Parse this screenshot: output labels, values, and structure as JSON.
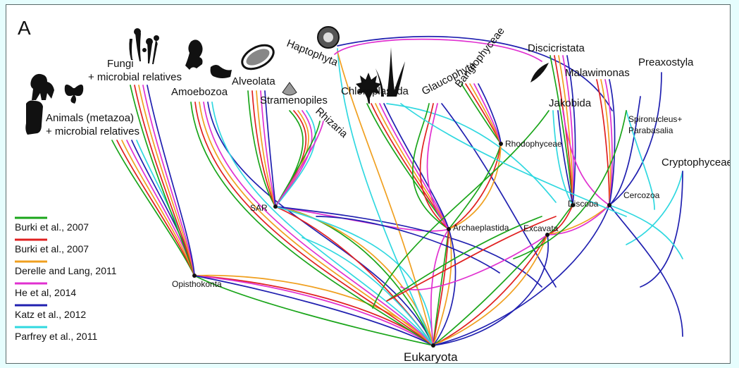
{
  "panel_letter": "A",
  "root": "Eukaryota",
  "groups": {
    "animals_1": "Animals (metazoa)",
    "animals_2": "+ microbial relatives",
    "fungi_1": "Fungi",
    "fungi_2": "+ microbial relatives",
    "amoebozoa": "Amoebozoa",
    "alveolata": "Alveolata",
    "stramenopiles": "Stramenopiles",
    "rhizaria": "Rhizaria",
    "haptophyta": "Haptophyta",
    "chloroplastida": "Chloroplastida",
    "glaucophyta": "Glaucophyta",
    "bangiophyceae": "Bangiophyceae",
    "discicristata": "Discicristata",
    "malawimonas": "Malawimonas",
    "preaxostyla": "Preaxostyla",
    "jakobida": "Jakobida",
    "spironucleus_1": "Spironucleus+",
    "spironucleus_2": "Parabasalia",
    "cryptophyceae": "Cryptophyceae"
  },
  "nodes": {
    "sar": "SAR",
    "opisthokonta": "Opisthokonta",
    "rhodophyceae": "Rhodophyceae",
    "archaeplastida": "Archaeplastida",
    "excavata": "Excavata",
    "discoba": "Discoba",
    "cercozoa": "Cercozoa"
  },
  "legend": [
    {
      "label": "Burki et al., 2007",
      "color": "#1aa51a"
    },
    {
      "label": "Burki et al., 2007",
      "color": "#e02020"
    },
    {
      "label": "Derelle and Lang, 2011",
      "color": "#f0a020"
    },
    {
      "label": "He et al, 2014",
      "color": "#e030d0"
    },
    {
      "label": "Katz et al., 2012",
      "color": "#2020b0"
    },
    {
      "label": "Parfrey et al., 2011",
      "color": "#30d8e0"
    }
  ]
}
